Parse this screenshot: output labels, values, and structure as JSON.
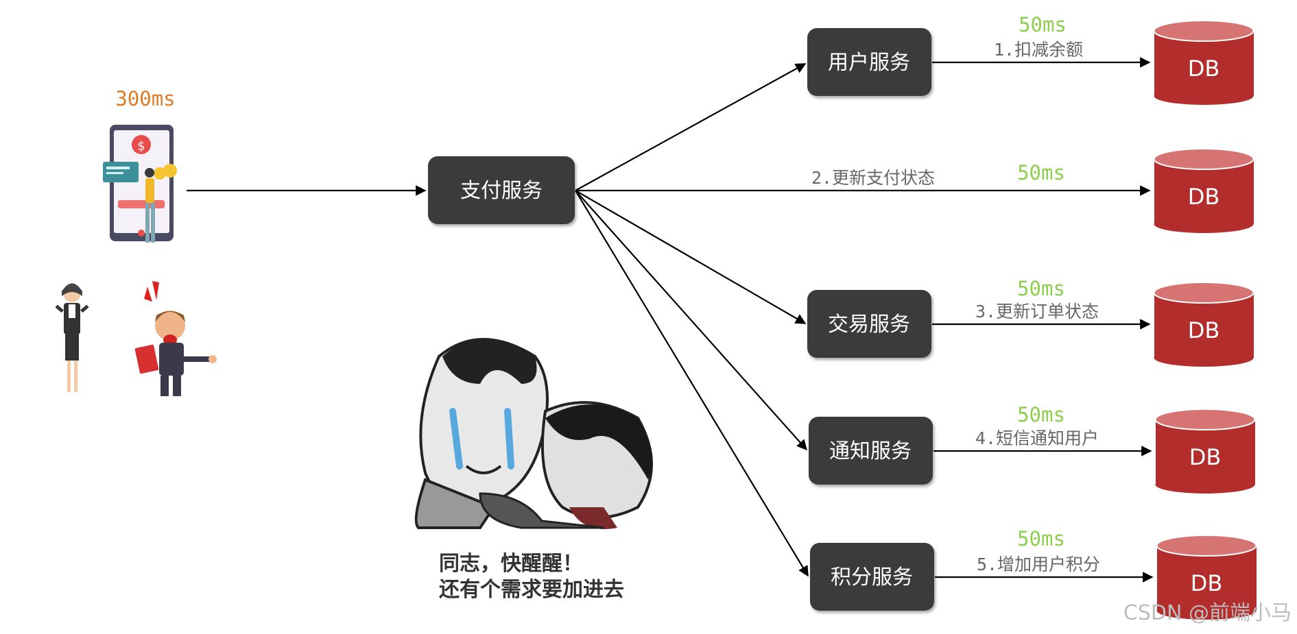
{
  "client": {
    "latency": "300ms"
  },
  "pay_service": {
    "label": "支付服务"
  },
  "branches": [
    {
      "service": "用户服务",
      "step": "1.扣减余额",
      "latency": "50ms",
      "db": "DB"
    },
    {
      "service": null,
      "step": "2.更新支付状态",
      "latency": "50ms",
      "db": "DB"
    },
    {
      "service": "交易服务",
      "step": "3.更新订单状态",
      "latency": "50ms",
      "db": "DB"
    },
    {
      "service": "通知服务",
      "step": "4.短信通知用户",
      "latency": "50ms",
      "db": "DB"
    },
    {
      "service": "积分服务",
      "step": "5.增加用户积分",
      "latency": "50ms",
      "db": "DB"
    }
  ],
  "meme": {
    "caption_line1": "同志，快醒醒！",
    "caption_line2": "还有个需求要加进去"
  },
  "watermark": "CSDN @前端小马",
  "colors": {
    "service_box": "#3a3a3a",
    "db_body": "#b22d2b",
    "db_top": "#d67373",
    "latency_green": "#8ccf4d",
    "latency_orange": "#e07b24"
  }
}
